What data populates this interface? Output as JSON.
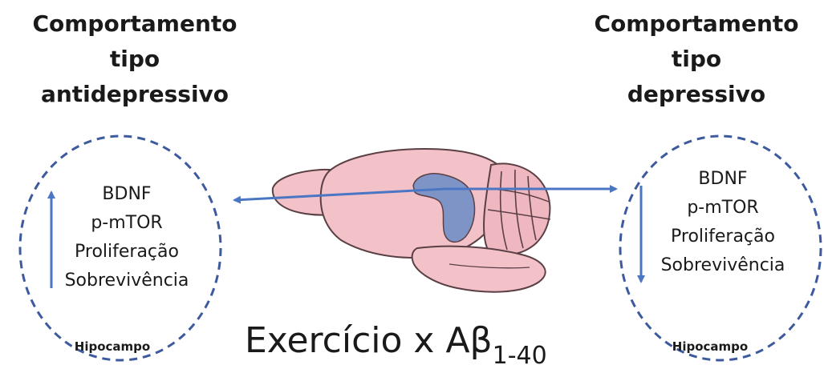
{
  "left_panel": {
    "heading": [
      "Comportamento",
      "tipo",
      "antidepressivo"
    ],
    "markers": [
      "BDNF",
      "p-mTOR",
      "Proliferação",
      "Sobrevivência"
    ],
    "region": "Hipocampo",
    "trend": "up"
  },
  "right_panel": {
    "heading": [
      "Comportamento",
      "tipo",
      "depressivo"
    ],
    "markers": [
      "BDNF",
      "p-mTOR",
      "Proliferação",
      "Sobrevivência"
    ],
    "region": "Hipocampo",
    "trend": "down"
  },
  "center": {
    "label_main": "Exercício x Aβ",
    "label_sub": "1-40",
    "image": "rodent-brain-hippocampus"
  },
  "colors": {
    "arrow": "#4a76c4",
    "circle": "#3d5a9e",
    "brain_fill": "#f3c2c9",
    "brain_stroke": "#5a3f45",
    "hippocampus": "#7f94c6"
  }
}
